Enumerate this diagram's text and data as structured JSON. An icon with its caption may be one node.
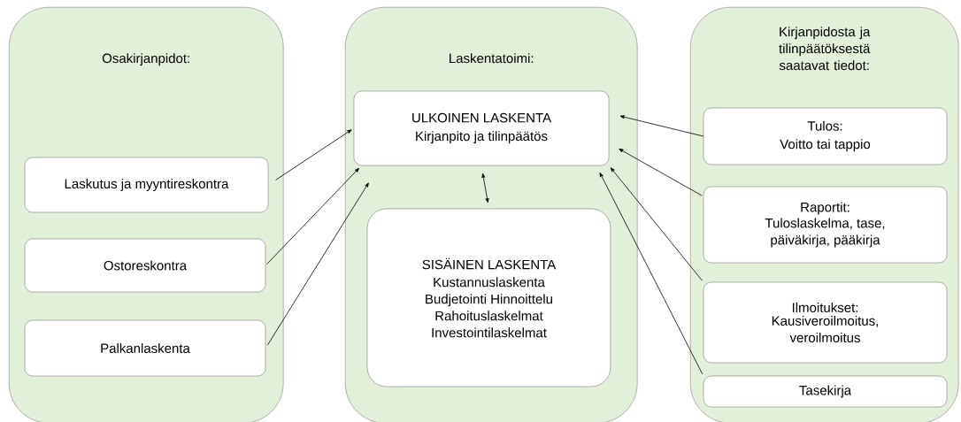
{
  "diagram": {
    "nodes": [
      {
        "text": [
          "Osakirjanpidot:"
        ]
      },
      {
        "text": [
          "Laskutus ja myyntireskontra"
        ],
        "in": 0
      },
      {
        "text": [
          "Ostoreskontra"
        ],
        "in": 0
      },
      {
        "text": [
          "Palkanlaskenta"
        ],
        "in": 0
      },
      {
        "text": [
          "Laskentatoimi:"
        ]
      },
      {
        "text": [
          "ULKOINEN LASKENTA",
          "Kirjanpito ja tilinpäätös"
        ],
        "in": 4
      },
      {
        "text": [
          "SISÄINEN LASKENTA",
          "Kustannuslaskenta Budjetointi Hinnoittelu Rahoituslaskelmat Investointilaskelmat"
        ],
        "in": 4
      },
      {
        "text": [
          "Kirjanpidosta ja tilinpäätöksestä saatavat tiedot:"
        ]
      },
      {
        "text": [
          "Tulos:",
          "Voitto tai tappio"
        ],
        "in": 7
      },
      {
        "text": [
          "Raportit:",
          "Tuloslaskelma, tase, päiväkirja, pääkirja"
        ],
        "in": 7
      },
      {
        "text": [
          "Ilmoitukset:",
          "Kausiveroilmoitus, veroilmoitus"
        ],
        "in": 7
      },
      {
        "text": [
          "Tasekirja"
        ],
        "in": 7
      }
    ],
    "edges": [
      {
        "from": 1,
        "to": 5,
        "arrow": "to"
      },
      {
        "from": 2,
        "to": 5,
        "arrow": "to"
      },
      {
        "from": 3,
        "to": 5,
        "arrow": "to"
      },
      {
        "from": 5,
        "to": 6,
        "arrow": "both"
      },
      {
        "from": 8,
        "to": 5,
        "arrow": "to"
      },
      {
        "from": 9,
        "to": 5,
        "arrow": "to"
      },
      {
        "from": 10,
        "to": 5,
        "arrow": "to"
      },
      {
        "from": 11,
        "to": 5,
        "arrow": "to"
      }
    ]
  }
}
